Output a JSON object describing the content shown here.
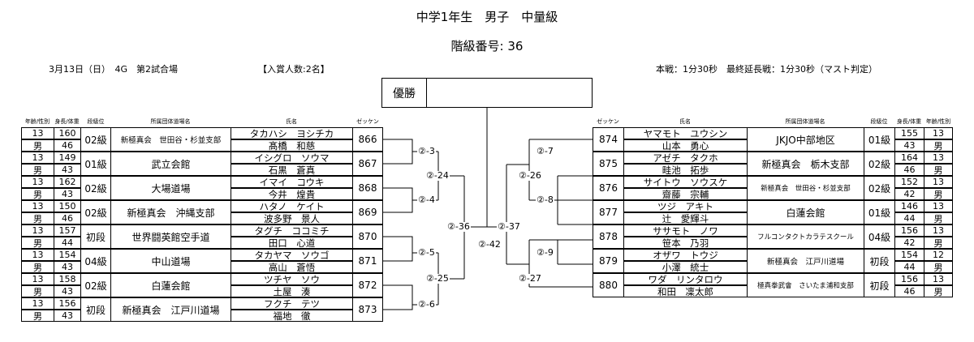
{
  "title": "中学1年生　男子　中量級",
  "subtitle": "階級番号: 36",
  "info": {
    "date": "3月13日（日）　4G　第2試合場",
    "prize": "【入賞人数:2名】",
    "time": "本戦：1分30秒　最終延長戦：1分30秒（マスト判定）"
  },
  "winner_label": "優勝",
  "headers": {
    "age_sex": "年齢/性別",
    "height_weight": "身長/体重",
    "rank": "段級位",
    "org": "所属団体道場名",
    "name": "氏名",
    "zekken": "ゼッケン"
  },
  "left": [
    {
      "age": "13",
      "sex": "男",
      "height": "160",
      "weight": "46",
      "rank": "02級",
      "org": "新極真会　世田谷・杉並支部",
      "kana": "タカハシ　ヨシチカ",
      "kanji": "髙橋　和慈",
      "zekken": "866"
    },
    {
      "age": "13",
      "sex": "男",
      "height": "149",
      "weight": "43",
      "rank": "01級",
      "org": "武立会館",
      "kana": "イシグロ　ソウマ",
      "kanji": "石黒　蒼真",
      "zekken": "867"
    },
    {
      "age": "13",
      "sex": "男",
      "height": "162",
      "weight": "43",
      "rank": "02級",
      "org": "大場道場",
      "kana": "イマイ　コウキ",
      "kanji": "今井　煌貴",
      "zekken": "868"
    },
    {
      "age": "13",
      "sex": "男",
      "height": "150",
      "weight": "46",
      "rank": "02級",
      "org": "新極真会　沖縄支部",
      "kana": "ハタノ　ケイト",
      "kanji": "波多野　景人",
      "zekken": "869"
    },
    {
      "age": "13",
      "sex": "男",
      "height": "157",
      "weight": "44",
      "rank": "初段",
      "org": "世界闘英館空手道",
      "kana": "タグチ　ココミチ",
      "kanji": "田口　心道",
      "zekken": "870"
    },
    {
      "age": "13",
      "sex": "男",
      "height": "154",
      "weight": "43",
      "rank": "04級",
      "org": "中山道場",
      "kana": "タカヤマ　ソウゴ",
      "kanji": "高山　蒼悟",
      "zekken": "871"
    },
    {
      "age": "13",
      "sex": "男",
      "height": "158",
      "weight": "43",
      "rank": "02級",
      "org": "白蓮会館",
      "kana": "ツチヤ　ソウ",
      "kanji": "土屋　湊",
      "zekken": "872"
    },
    {
      "age": "13",
      "sex": "男",
      "height": "156",
      "weight": "43",
      "rank": "初段",
      "org": "新極真会　江戸川道場",
      "kana": "フクチ　テツ",
      "kanji": "福地　徹",
      "zekken": "873"
    }
  ],
  "right": [
    {
      "age": "13",
      "sex": "男",
      "height": "155",
      "weight": "43",
      "rank": "01級",
      "org": "JKJO中部地区",
      "kana": "ヤマモト　ユウシン",
      "kanji": "山本　勇心",
      "zekken": "874"
    },
    {
      "age": "13",
      "sex": "男",
      "height": "164",
      "weight": "46",
      "rank": "02級",
      "org": "新極真会　栃木支部",
      "kana": "アゼチ　タクホ",
      "kanji": "畦池　拓歩",
      "zekken": "875"
    },
    {
      "age": "13",
      "sex": "男",
      "height": "152",
      "weight": "42",
      "rank": "02級",
      "org": "新極真会　世田谷・杉並支部",
      "kana": "サイトウ　ソウスケ",
      "kanji": "齋藤　宗輔",
      "zekken": "876"
    },
    {
      "age": "13",
      "sex": "男",
      "height": "146",
      "weight": "44",
      "rank": "01級",
      "org": "白蓮会館",
      "kana": "ツジ　アキト",
      "kanji": "辻　愛輝斗",
      "zekken": "877"
    },
    {
      "age": "13",
      "sex": "男",
      "height": "156",
      "weight": "42",
      "rank": "04級",
      "org": "フルコンタクトカラテスクール",
      "kana": "ササモト　ノワ",
      "kanji": "笹本　乃羽",
      "zekken": "878"
    },
    {
      "age": "12",
      "sex": "男",
      "height": "154",
      "weight": "44",
      "rank": "初段",
      "org": "新極真会　江戸川道場",
      "kana": "オザワ　トウジ",
      "kanji": "小澤　統士",
      "zekken": "879"
    },
    {
      "age": "13",
      "sex": "男",
      "height": "156",
      "weight": "46",
      "rank": "初段",
      "org": "極真拳武會　さいたま浦和支部",
      "kana": "ワダ　リンタロウ",
      "kanji": "和田　凜太郎",
      "zekken": "880"
    }
  ],
  "matches": {
    "m3": "②-3",
    "m4": "②-4",
    "m5": "②-5",
    "m6": "②-6",
    "m7": "②-7",
    "m8": "②-8",
    "m9": "②-9",
    "m24": "②-24",
    "m25": "②-25",
    "m26": "②-26",
    "m27": "②-27",
    "m36": "②-36",
    "m37": "②-37",
    "m42": "②-42"
  }
}
